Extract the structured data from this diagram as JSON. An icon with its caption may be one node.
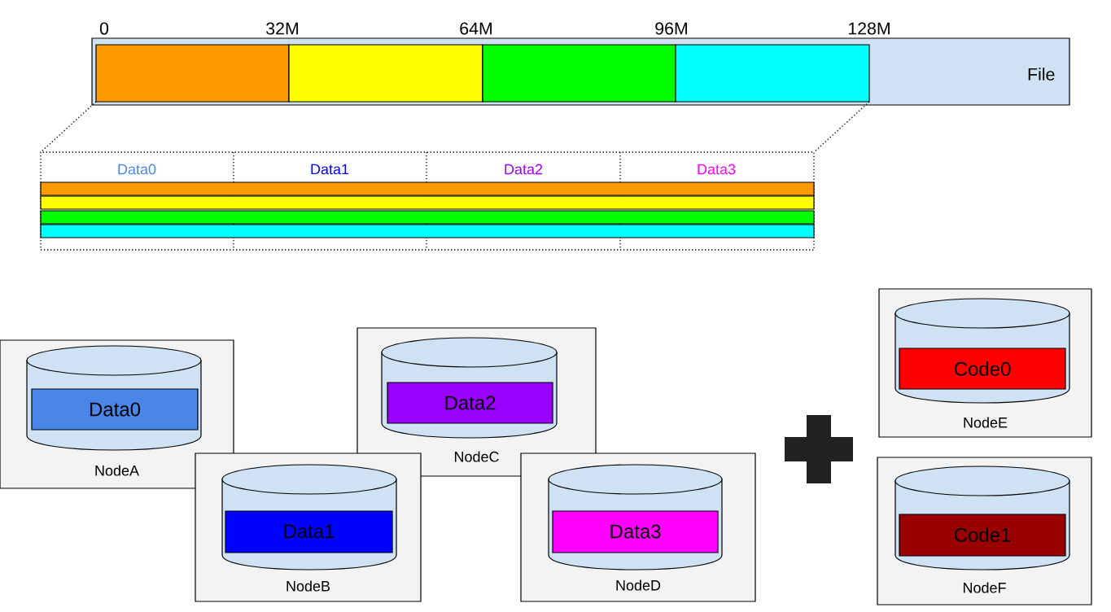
{
  "diagram": {
    "nodes": [
      {
        "text": [
          "File"
        ]
      },
      {
        "text": [],
        "shape": "box",
        "in": 0
      },
      {
        "text": [],
        "shape": "box",
        "in": 0
      },
      {
        "text": [],
        "shape": "box",
        "in": 0
      },
      {
        "text": [],
        "shape": "box",
        "in": 0
      },
      {
        "text": [
          "Data0",
          "Data1",
          "Data2",
          "Data3"
        ]
      },
      {
        "text": [],
        "shape": "bar",
        "in": 5
      },
      {
        "text": [],
        "shape": "bar",
        "in": 5
      },
      {
        "text": [],
        "shape": "bar",
        "in": 5
      },
      {
        "text": [],
        "shape": "bar",
        "in": 5
      },
      {
        "text": [
          "NodeA"
        ]
      },
      {
        "text": [],
        "shape": "cylinder",
        "in": 10
      },
      {
        "text": [
          "Data0"
        ],
        "in": 11
      },
      {
        "text": [
          "NodeC"
        ]
      },
      {
        "text": [],
        "shape": "cylinder",
        "in": 13
      },
      {
        "text": [
          "Data2"
        ],
        "in": 14
      },
      {
        "text": [
          "NodeB"
        ]
      },
      {
        "text": [],
        "shape": "cylinder",
        "in": 16
      },
      {
        "text": [
          "Data1"
        ],
        "in": 17
      },
      {
        "text": [
          "NodeD"
        ]
      },
      {
        "text": [],
        "shape": "cylinder",
        "in": 19
      },
      {
        "text": [
          "Data3"
        ],
        "in": 20
      },
      {
        "text": [
          "NodeE"
        ]
      },
      {
        "text": [],
        "shape": "cylinder",
        "in": 22
      },
      {
        "text": [
          "Code0"
        ],
        "in": 23
      },
      {
        "text": [
          "NodeF"
        ]
      },
      {
        "text": [],
        "shape": "cylinder",
        "in": 25
      },
      {
        "text": [
          "Code1"
        ],
        "in": 26
      }
    ],
    "edges": [
      {
        "from": 1,
        "to": 5,
        "arrow": "none",
        "style": "dashed"
      },
      {
        "from": 4,
        "to": 5,
        "arrow": "none",
        "style": "dashed"
      }
    ],
    "labels": [
      "0",
      "32M",
      "64M",
      "96M",
      "128M"
    ]
  }
}
